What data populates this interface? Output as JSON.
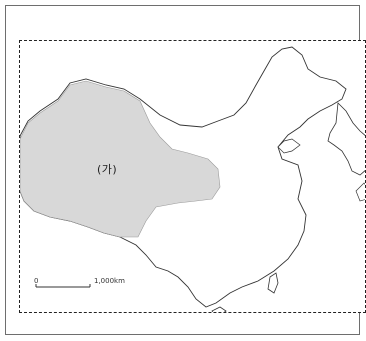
{
  "map": {
    "region_label": "(가)",
    "scale": {
      "zero_label": "0",
      "max_label": "1,000km"
    },
    "colors": {
      "highlight_fill": "#d8d8d8",
      "border_stroke": "#333333",
      "frame": "#222222"
    }
  }
}
